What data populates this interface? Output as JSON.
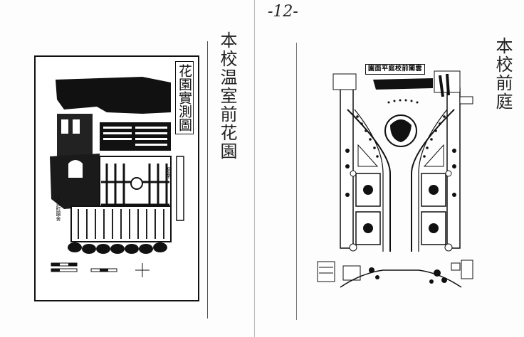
{
  "page_number": "-12-",
  "left_page": {
    "drawing_title": "花園實測圖",
    "handwritten_note": "本校温室前花園",
    "side_label": "温室",
    "bottom_caption": "大吉町園舍"
  },
  "right_page": {
    "plan_title": "園面平庭校前閣雲",
    "handwritten_note": "本校前庭"
  },
  "colors": {
    "ink": "#111111",
    "paper": "#ffffff",
    "scan_gray": "#f4f4f4"
  }
}
